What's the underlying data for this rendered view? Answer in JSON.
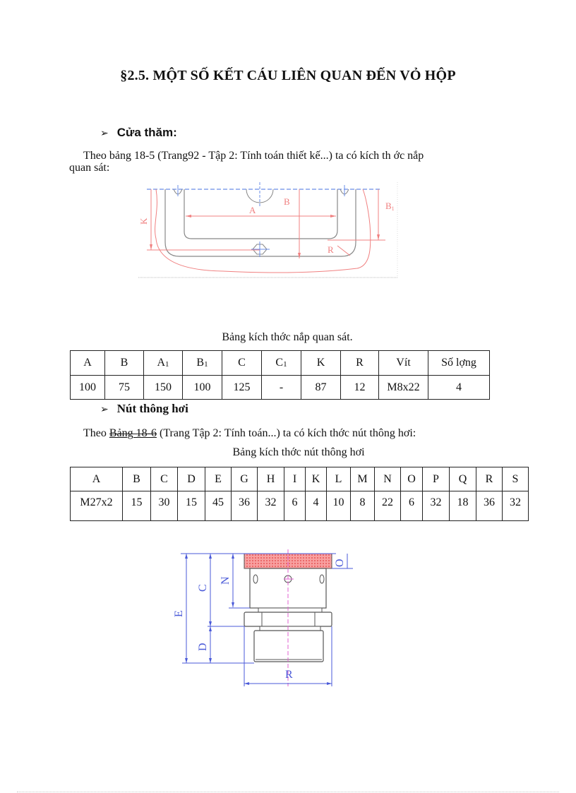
{
  "document": {
    "title": "§2.5. MỘT SỐ KẾT CÁU LIÊN QUAN ĐẾN VỎ HỘP",
    "section1": {
      "bullet": "➢",
      "heading": "Cửa thăm:",
      "paragraph_line1": "Theo bảng 18-5 (Trang92 - Tập 2: Tính toán thiết kế...) ta có kích th    ớc nắp",
      "paragraph_line2": "quan sát:",
      "figure": {
        "labels": {
          "A": "A",
          "B": "B",
          "B1": "B",
          "B1_sub": "1",
          "K": "K",
          "R": "R"
        },
        "colors": {
          "outline": "#888888",
          "dimension": "#f08080",
          "centerline": "#6a8ee8"
        }
      },
      "table_caption": "Bảng kích thớc   nắp quan sát.",
      "table": {
        "headers": [
          {
            "main": "A",
            "sub": ""
          },
          {
            "main": "B",
            "sub": ""
          },
          {
            "main": "A",
            "sub": "1"
          },
          {
            "main": "B",
            "sub": "1"
          },
          {
            "main": "C",
            "sub": ""
          },
          {
            "main": "C",
            "sub": "1"
          },
          {
            "main": "K",
            "sub": ""
          },
          {
            "main": "R",
            "sub": ""
          },
          {
            "main": "Vít",
            "sub": ""
          },
          {
            "main": "Số lợng",
            "sub": ""
          }
        ],
        "values": [
          "100",
          "75",
          "150",
          "100",
          "125",
          "-",
          "87",
          "12",
          "M8x22",
          "4"
        ]
      }
    },
    "section2": {
      "bullet": "➢",
      "heading": "Nút thông hơi",
      "paragraph_prefix": "Theo ",
      "paragraph_ref": "Bảng 18-6",
      "paragraph_suffix": " (Trang Tập 2: Tính toán...) ta có kích thớc   nút thông hơi:",
      "table_caption": "Bảng kích thớc   nút thông hơi",
      "table": {
        "headers": [
          "A",
          "B",
          "C",
          "D",
          "E",
          "G",
          "H",
          "I",
          "K",
          "L",
          "M",
          "N",
          "O",
          "P",
          "Q",
          "R",
          "S"
        ],
        "values": [
          "M27x2",
          "15",
          "30",
          "15",
          "45",
          "36",
          "32",
          "6",
          "4",
          "10",
          "8",
          "22",
          "6",
          "32",
          "18",
          "36",
          "32"
        ]
      },
      "figure": {
        "labels": {
          "E": "E",
          "C": "C",
          "N": "N",
          "D": "D",
          "O": "O",
          "R": "R"
        },
        "colors": {
          "outline": "#555555",
          "dimension": "#4a5ad8",
          "centerline": "#e060d0",
          "knurl": "#f06060"
        }
      }
    }
  }
}
